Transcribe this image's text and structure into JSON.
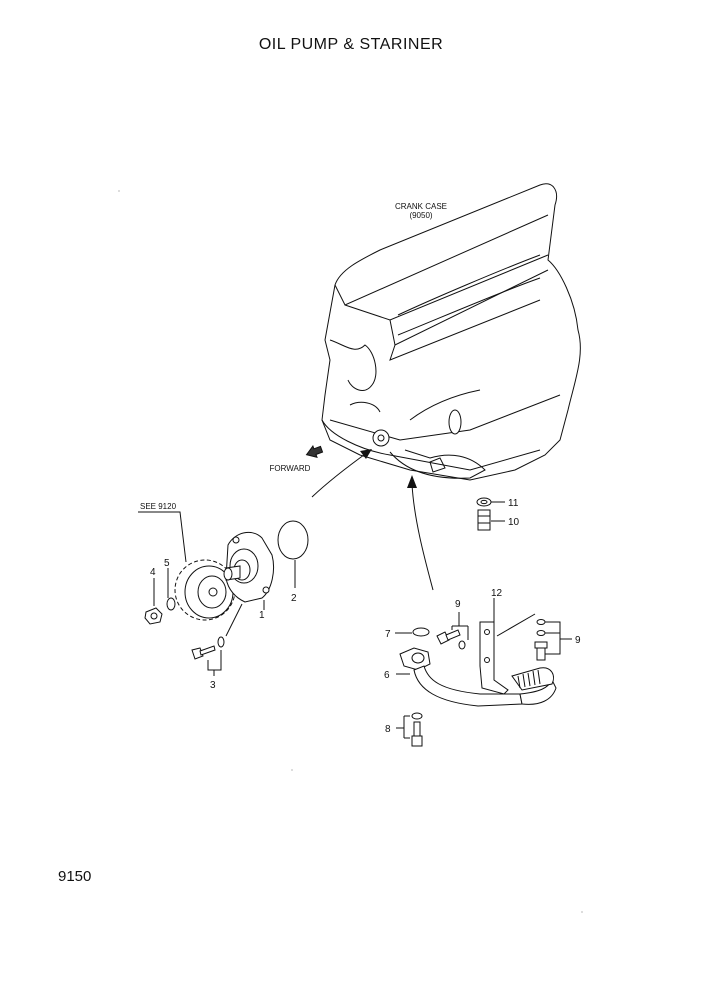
{
  "title": "OIL PUMP & STARINER",
  "page_number": "9150",
  "labels": {
    "crank_case_line1": "CRANK CASE",
    "crank_case_line2": "(9050)",
    "forward": "FORWARD",
    "see_ref": "SEE 9120"
  },
  "callouts": {
    "p1": "1",
    "p2": "2",
    "p3": "3",
    "p4": "4",
    "p5": "5",
    "p6": "6",
    "p7": "7",
    "p8": "8",
    "p9a": "9",
    "p9b": "9",
    "p10": "10",
    "p11": "11",
    "p12": "12"
  }
}
